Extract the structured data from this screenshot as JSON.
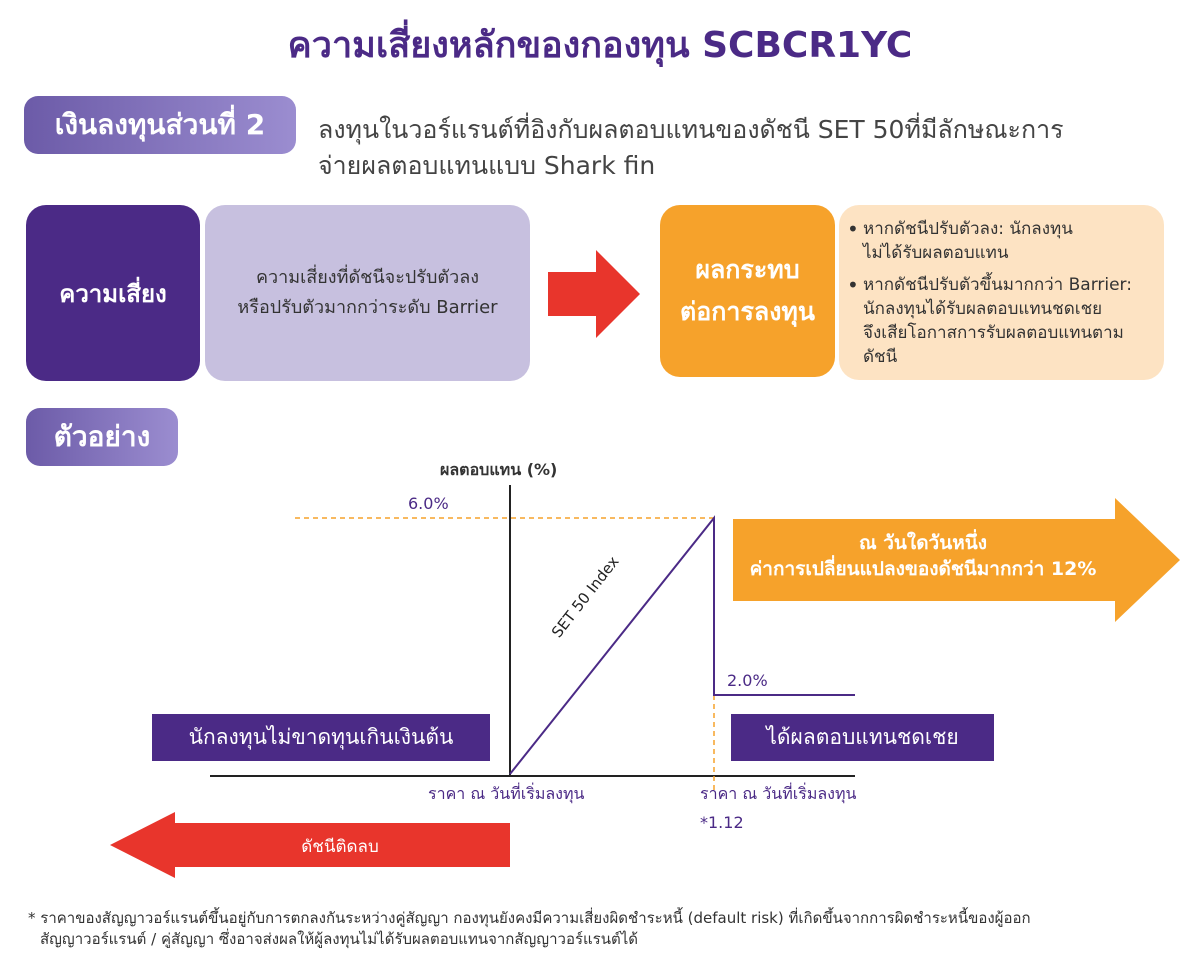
{
  "title": "ความเสี่ยงหลักของกองทุน SCBCR1YC",
  "section1": {
    "pill": "เงินลงทุนส่วนที่ 2",
    "description_line1": "ลงทุนในวอร์แรนต์ที่อิงกับผลตอบแทนของดัชนี SET 50ที่มีลักษณะการ",
    "description_line2": "จ่ายผลตอบแทนแบบ Shark fin"
  },
  "risk": {
    "label": "ความเสี่ยง",
    "desc_line1": "ความเสี่ยงที่ดัชนีจะปรับตัวลง",
    "desc_line2": "หรือปรับตัวมากกว่าระดับ Barrier"
  },
  "impact": {
    "label_line1": "ผลกระทบ",
    "label_line2": "ต่อการลงทุน",
    "bullet1_line1": "หากดัชนีปรับตัวลง: นักลงทุน",
    "bullet1_line2": "ไม่ได้รับผลตอบแทน",
    "bullet2_line1": "หากดัชนีปรับตัวขึ้นมากกว่า Barrier:",
    "bullet2_line2": "นักลงทุนได้รับผลตอบแทนชดเชย",
    "bullet2_line3": "จึงเสียโอกาสการรับผลตอบแทนตามดัชนี"
  },
  "example": {
    "pill": "ตัวอย่าง",
    "y_axis_label": "ผลตอบแทน (%)",
    "label_6": "6.0%",
    "label_2": "2.0%",
    "line_label": "SET 50 Index",
    "x_label_start": "ราคา ณ วันที่เริ่มลงทุน",
    "x_label_barrier_line1": "ราคา ณ วันที่เริ่มลงทุน",
    "x_label_barrier_line2": "*1.12",
    "left_bar": "นักลงทุนไม่ขาดทุนเกินเงินต้น",
    "right_bar": "ได้ผลตอบแทนชดเชย",
    "orange_arrow_line1": "ณ วันใดวันหนึ่ง",
    "orange_arrow_line2": "ค่าการเปลี่ยนแปลงของดัชนีมากกว่า 12%",
    "red_arrow": "ดัชนีติดลบ"
  },
  "footnote_line1": "* ราคาของสัญญาวอร์แรนต์ขึ้นอยู่กับการตกลงกันระหว่างคู่สัญญา กองทุนยังคงมีความเสี่ยงผิดชำระหนี้ (default risk) ที่เกิดขึ้นจากการผิดชำระหนี้ของผู้ออก",
  "footnote_line2": "สัญญาวอร์แรนต์ / คู่สัญญา ซึ่งอาจส่งผลให้ผู้ลงทุนไม่ได้รับผลตอบแทนจากสัญญาวอร์แรนต์ได้",
  "colors": {
    "purple": "#4b2a86",
    "orange": "#f6a22b",
    "red": "#e8352c",
    "lavender": "#c7c0df",
    "peach": "#fde3c3"
  }
}
